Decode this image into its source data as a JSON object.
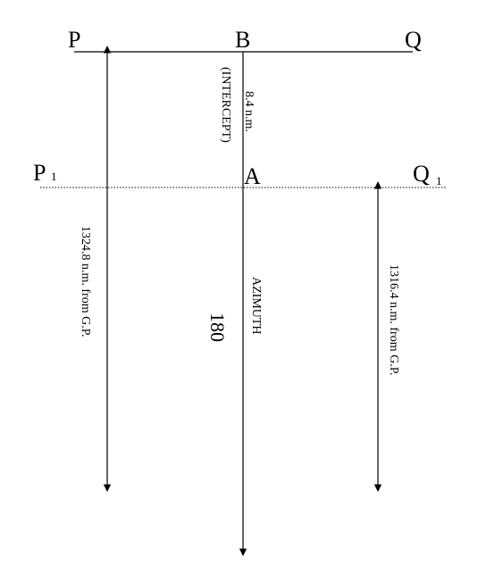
{
  "points": {
    "P": "P",
    "B": "B",
    "Q": "Q",
    "P1": "P",
    "P1_sub": "1",
    "A": "A",
    "Q1": "Q",
    "Q1_sub": "1"
  },
  "annotations": {
    "intercept_value": "8.4 n.m.",
    "intercept_label": "(INTERCEPT)",
    "azimuth_label": "AZIMUTH",
    "azimuth_value": "180",
    "left_distance": "1324.8 n.m. from G.P.",
    "right_distance": "1316.4 n.m. from G.P."
  },
  "colors": {
    "ink": "#000000",
    "background": "#ffffff"
  }
}
